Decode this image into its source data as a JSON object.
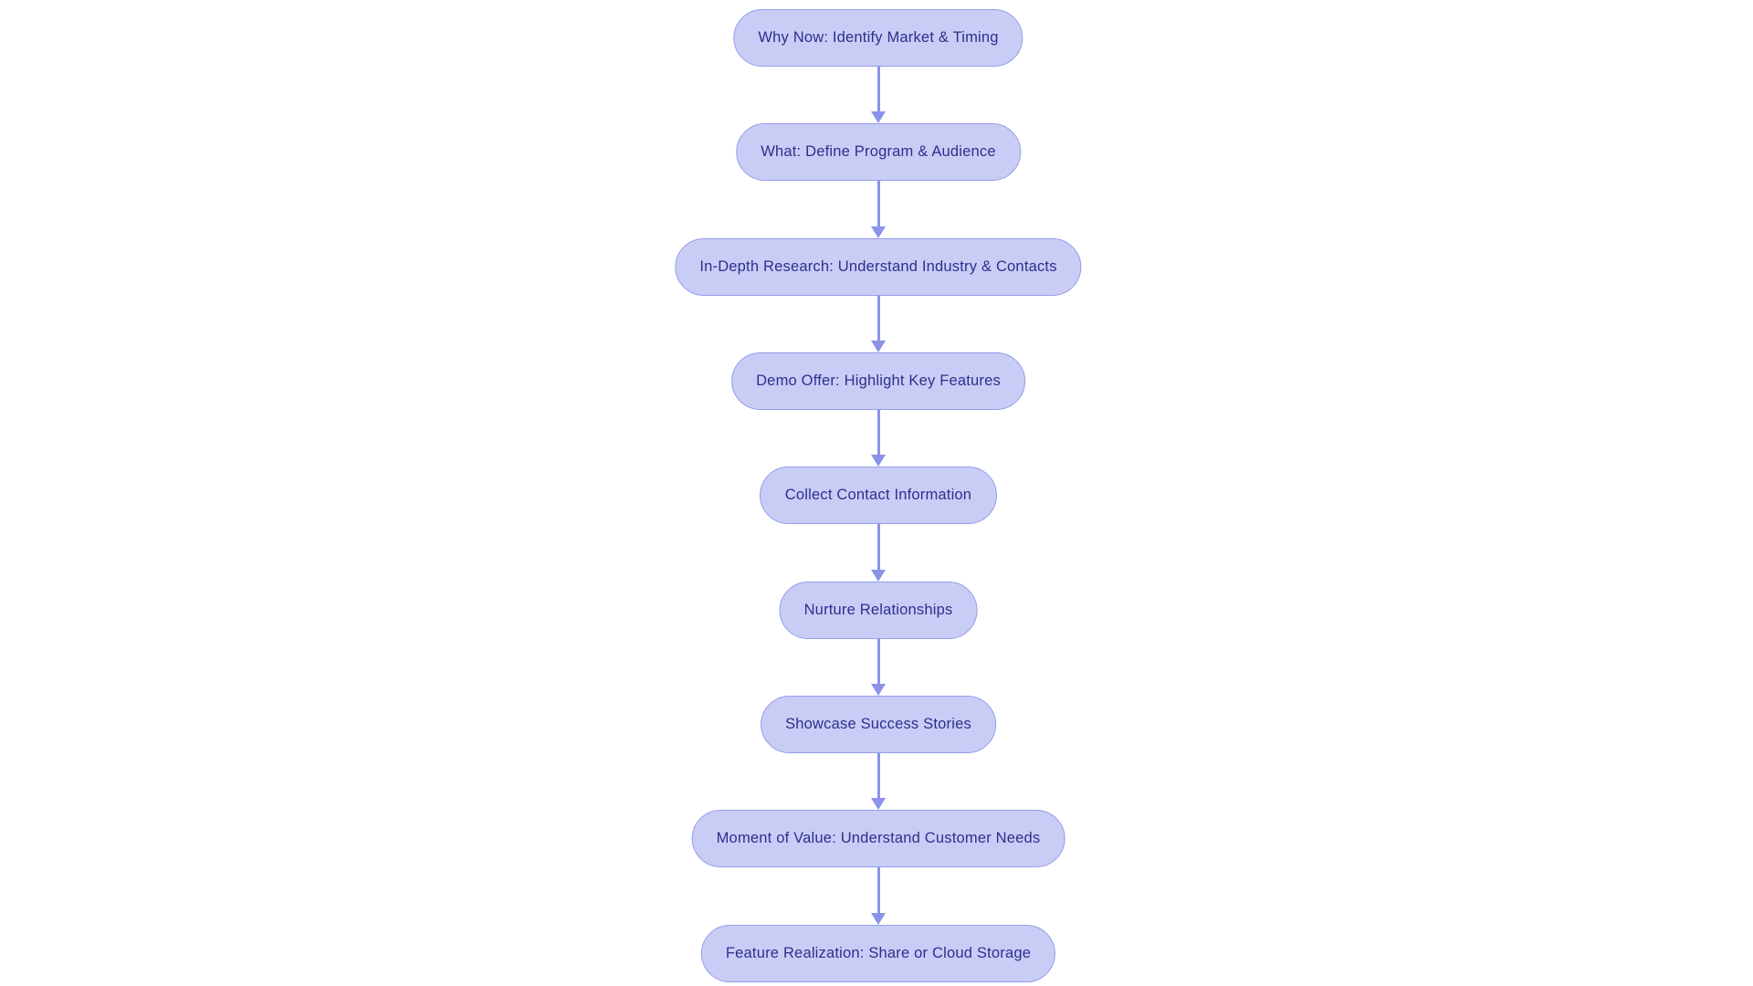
{
  "diagram": {
    "type": "flowchart",
    "direction": "top-down",
    "nodes": [
      {
        "label": "Why Now: Identify Market & Timing"
      },
      {
        "label": "What: Define Program & Audience"
      },
      {
        "label": "In-Depth Research: Understand Industry & Contacts"
      },
      {
        "label": "Demo Offer: Highlight Key Features"
      },
      {
        "label": "Collect Contact Information"
      },
      {
        "label": "Nurture Relationships"
      },
      {
        "label": "Showcase Success Stories"
      },
      {
        "label": "Moment of Value: Understand Customer Needs"
      },
      {
        "label": "Feature Realization: Share or Cloud Storage"
      }
    ],
    "edges": [
      [
        0,
        1
      ],
      [
        1,
        2
      ],
      [
        2,
        3
      ],
      [
        3,
        4
      ],
      [
        4,
        5
      ],
      [
        5,
        6
      ],
      [
        6,
        7
      ],
      [
        7,
        8
      ]
    ]
  },
  "colors": {
    "background": "#ffffff",
    "node_fill": "#c9cdf6",
    "node_border": "#949ce9",
    "node_text": "#2d2f8c",
    "arrow": "#8b93e8"
  }
}
